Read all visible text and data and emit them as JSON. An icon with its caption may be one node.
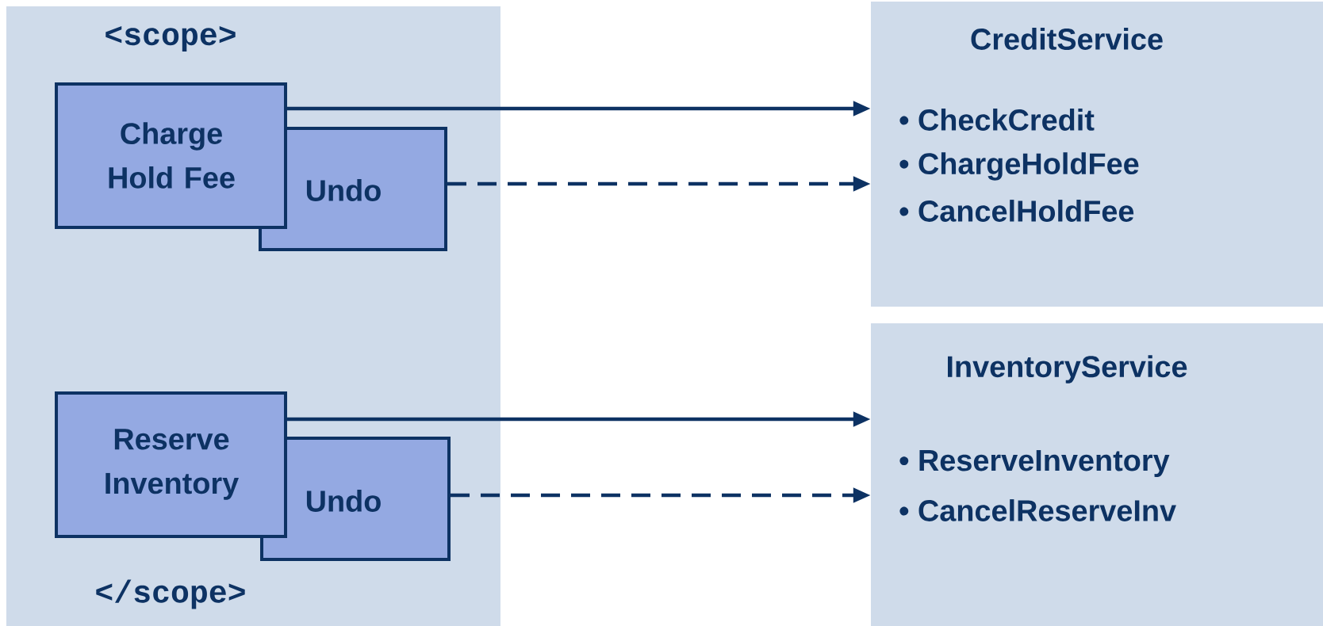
{
  "diagram": {
    "nodes": [
      {
        "text": [
          "<scope>",
          "</scope>"
        ]
      },
      {
        "text": [
          "Charge Hold Fee"
        ],
        "in": 0
      },
      {
        "text": [
          "Undo"
        ],
        "in": 0
      },
      {
        "text": [
          "Reserve Inventory"
        ],
        "in": 0
      },
      {
        "text": [
          "Undo"
        ],
        "in": 0
      },
      {
        "text": [
          "CreditService",
          "• CheckCredit",
          "• ChargeHoldFee",
          "• CancelHoldFee"
        ]
      },
      {
        "text": [
          "InventoryService",
          "• ReserveInventory",
          "• CancelReserveInv"
        ]
      }
    ],
    "edges": [
      {
        "from": 1,
        "to": 5,
        "arrow": "to"
      },
      {
        "from": 2,
        "to": 5,
        "arrow": "to",
        "style": "dashed"
      },
      {
        "from": 3,
        "to": 6,
        "arrow": "to"
      },
      {
        "from": 4,
        "to": 6,
        "arrow": "to",
        "style": "dashed"
      }
    ]
  }
}
